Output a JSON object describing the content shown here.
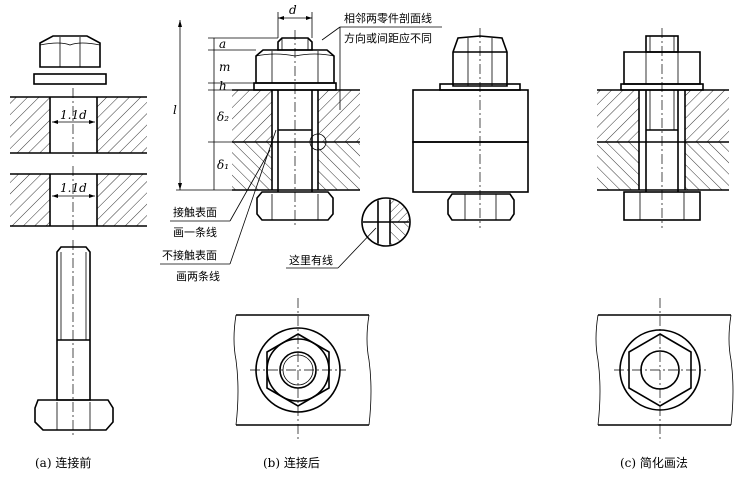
{
  "labels": {
    "d": "d",
    "a": "a",
    "m": "m",
    "h": "h",
    "l": "l",
    "delta2": "δ₂",
    "delta1": "δ₁",
    "dia_top": "1.1d",
    "dia_bot": "1.1d"
  },
  "notes": {
    "section_line_1": "相邻两零件剖面线",
    "section_line_2": "方向或间距应不同",
    "contact_1": "接触表面",
    "contact_2": "画一条线",
    "noncontact_1": "不接触表面",
    "noncontact_2": "画两条线",
    "line_here": "这里有线"
  },
  "captions": {
    "a": "(a) 连接前",
    "b": "(b) 连接后",
    "c": "(c) 简化画法"
  }
}
